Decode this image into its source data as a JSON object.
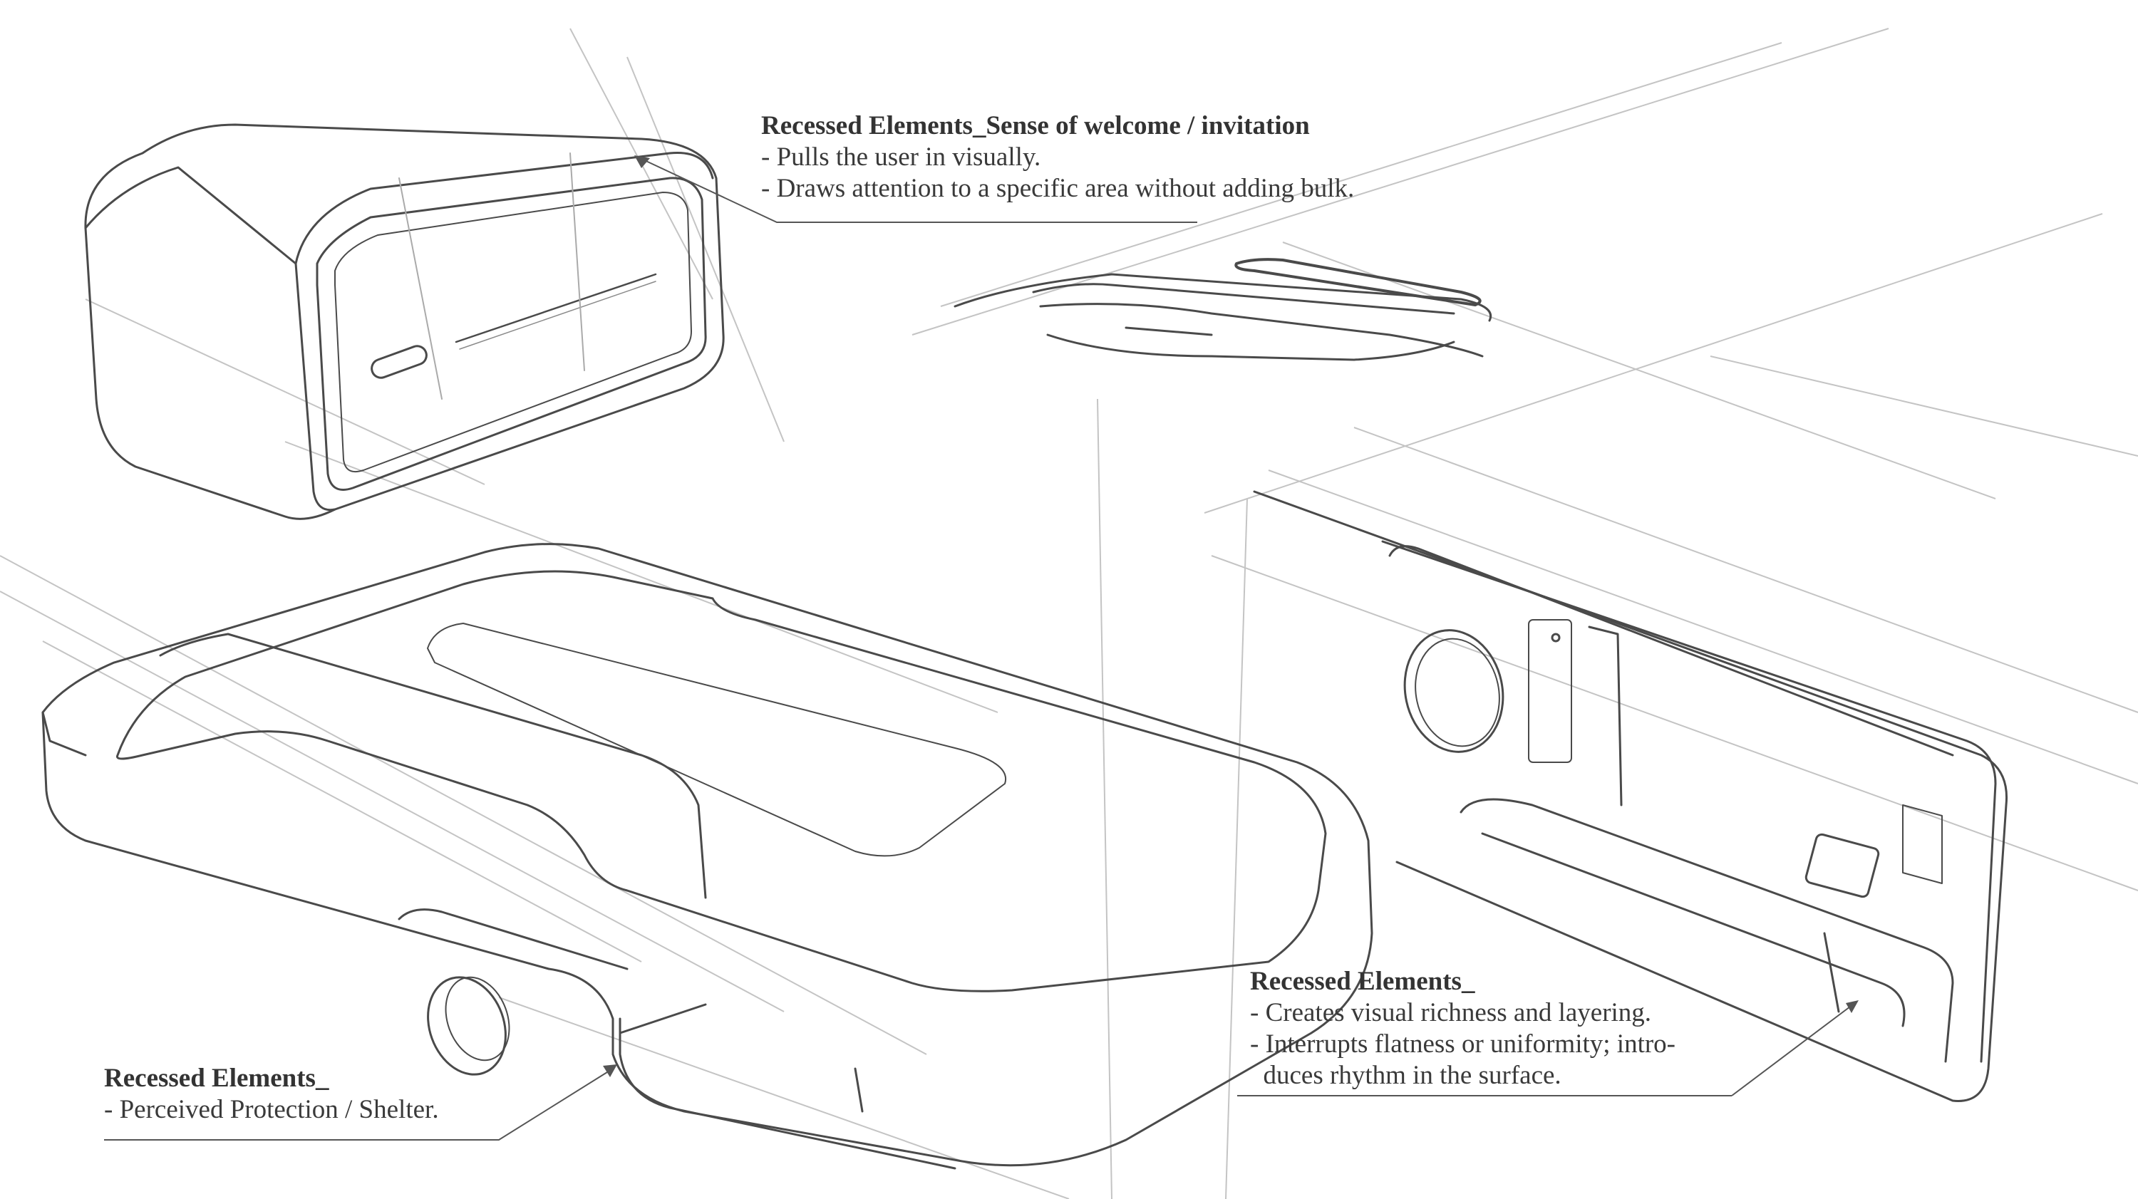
{
  "colors": {
    "background": "#ffffff",
    "stroke": "#4a4a4a",
    "light_stroke": "#b8b8b8",
    "text": "#3a3a3a"
  },
  "annotations": [
    {
      "title": "Recessed Elements_Sense of welcome / invitation",
      "lines": [
        "- Pulls the user in visually.",
        "- Draws attention to a specific area without adding bulk."
      ]
    },
    {
      "title": "Recessed Elements_",
      "lines": [
        "- Creates visual richness and layering.",
        "- Interrupts flatness or uniformity; intro-",
        "  duces rhythm in the surface."
      ]
    },
    {
      "title": "Recessed Elements_",
      "lines": [
        "- Perceived Protection / Shelter."
      ]
    }
  ]
}
